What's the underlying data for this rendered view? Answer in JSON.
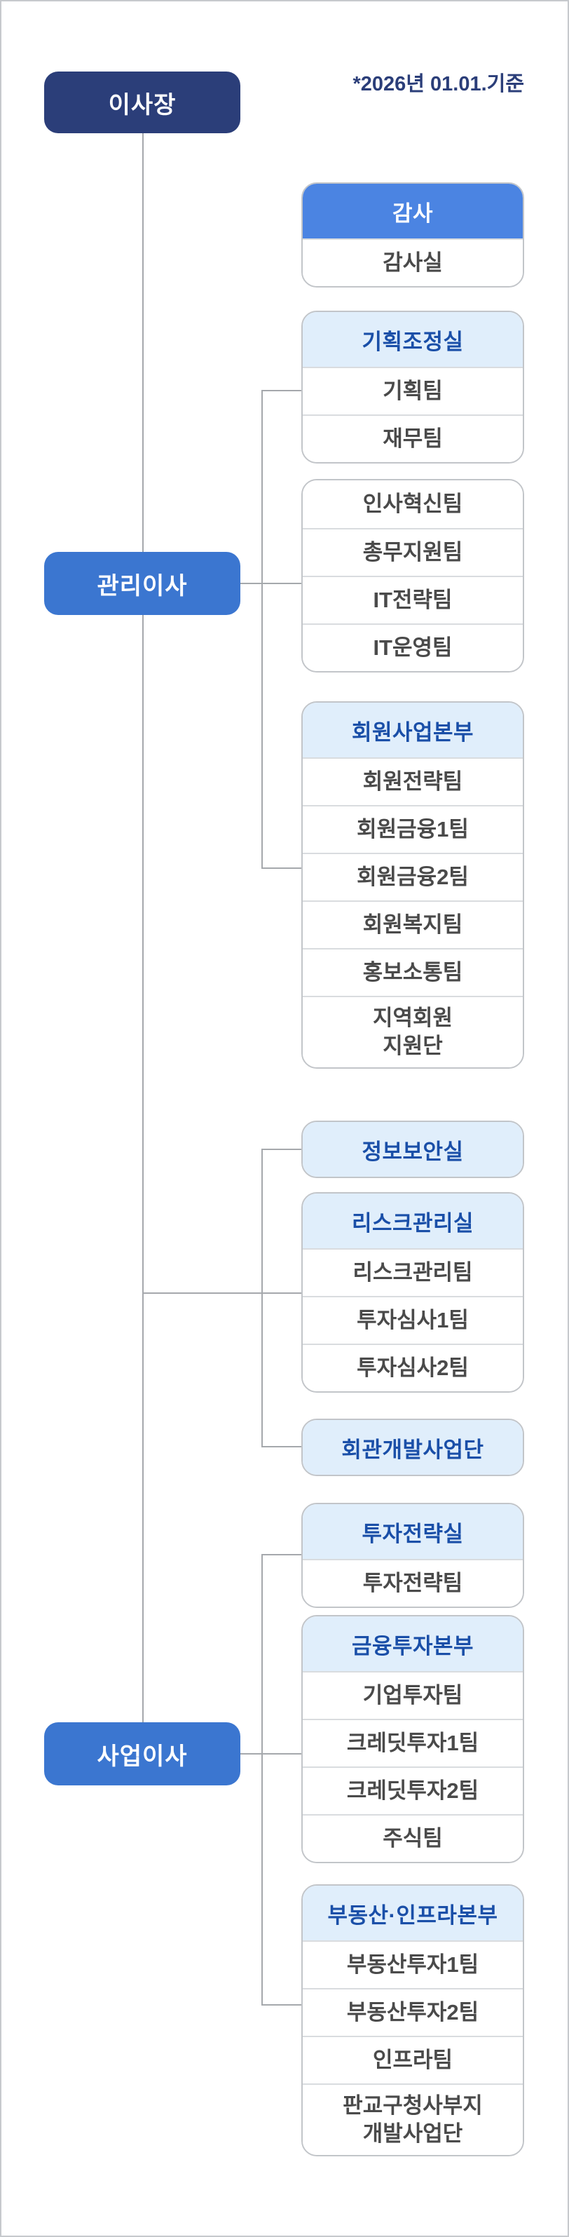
{
  "meta": {
    "as_of": "*2026년 01.01.기준"
  },
  "directors": {
    "chairman": {
      "label": "이사장"
    },
    "managing": {
      "label": "관리이사"
    },
    "business": {
      "label": "사업이사"
    }
  },
  "cards": [
    {
      "header": "감사",
      "style": "solid",
      "rows": [
        "감사실"
      ]
    },
    {
      "header": "기획조정실",
      "style": "light",
      "rows": [
        "기획팀",
        "재무팀"
      ]
    },
    {
      "header": "",
      "style": "none",
      "rows": [
        "인사혁신팀",
        "총무지원팀",
        "IT전략팀",
        "IT운영팀"
      ]
    },
    {
      "header": "회원사업본부",
      "style": "light",
      "rows": [
        "회원전략팀",
        "회원금융1팀",
        "회원금융2팀",
        "회원복지팀",
        "홍보소통팀",
        "지역회원\n지원단"
      ]
    },
    {
      "header": "정보보안실",
      "style": "light",
      "rows": []
    },
    {
      "header": "리스크관리실",
      "style": "light",
      "rows": [
        "리스크관리팀",
        "투자심사1팀",
        "투자심사2팀"
      ]
    },
    {
      "header": "회관개발사업단",
      "style": "light",
      "rows": []
    },
    {
      "header": "투자전략실",
      "style": "light",
      "rows": [
        "투자전략팀"
      ]
    },
    {
      "header": "금융투자본부",
      "style": "light",
      "rows": [
        "기업투자팀",
        "크레딧투자1팀",
        "크레딧투자2팀",
        "주식팀"
      ]
    },
    {
      "header": "부동산·인프라본부",
      "style": "light",
      "rows": [
        "부동산투자1팀",
        "부동산투자2팀",
        "인프라팀",
        "판교구청사부지\n개발사업단"
      ]
    }
  ],
  "colors": {
    "navy": "#2b3e79",
    "director_blue": "#3b76d0",
    "audit_header_blue": "#4b84e2",
    "light_header_bg": "#e0eefb",
    "header_text_blue": "#1a4fa8",
    "row_text": "#4a4a4a",
    "card_border": "#c2c5c9",
    "divider": "#d9dcdf",
    "connector_line": "#a5a8ac"
  }
}
